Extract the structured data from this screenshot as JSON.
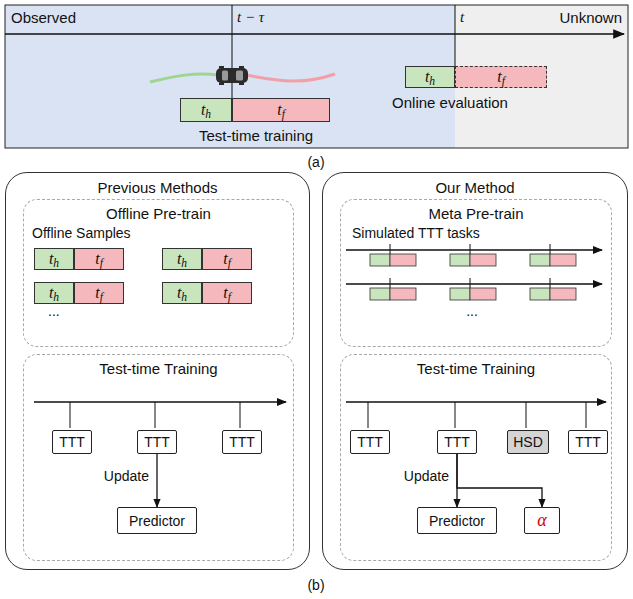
{
  "diagram": {
    "nodes": [
      {
        "text": [
          "Previous Methods"
        ]
      },
      {
        "text": [
          "Offline Pre-train"
        ],
        "in": 0
      },
      {
        "text": [
          "Test-time Training"
        ],
        "in": 0
      },
      {
        "text": [
          "Our Method"
        ]
      },
      {
        "text": [
          "Meta Pre-train"
        ],
        "in": 3
      },
      {
        "text": [
          "Test-time Training"
        ],
        "in": 3
      },
      {
        "text": [
          "th"
        ]
      },
      {
        "text": [
          "tf"
        ]
      },
      {
        "text": [
          "th"
        ]
      },
      {
        "text": [
          "tf"
        ]
      },
      {
        "text": [
          "th"
        ],
        "in": 1
      },
      {
        "text": [
          "tf"
        ],
        "in": 1
      },
      {
        "text": [
          "th"
        ],
        "in": 1
      },
      {
        "text": [
          "tf"
        ],
        "in": 1
      },
      {
        "text": [
          "th"
        ],
        "in": 1
      },
      {
        "text": [
          "tf"
        ],
        "in": 1
      },
      {
        "text": [
          "th"
        ],
        "in": 1
      },
      {
        "text": [
          "tf"
        ],
        "in": 1
      },
      {
        "text": [
          "TTT"
        ],
        "in": 2
      },
      {
        "text": [
          "TTT"
        ],
        "in": 2
      },
      {
        "text": [
          "TTT"
        ],
        "in": 2
      },
      {
        "text": [
          "Predictor"
        ],
        "in": 2
      },
      {
        "text": [
          "TTT"
        ],
        "in": 5
      },
      {
        "text": [
          "TTT"
        ],
        "in": 5
      },
      {
        "text": [
          "HSD"
        ],
        "in": 5
      },
      {
        "text": [
          "TTT"
        ],
        "in": 5
      },
      {
        "text": [
          "Predictor"
        ],
        "in": 5
      },
      {
        "text": [
          "α"
        ],
        "in": 5
      }
    ],
    "edges": [
      {
        "from": 19,
        "to": 21,
        "arrow": "to",
        "label": "Update"
      },
      {
        "from": 23,
        "to": 26,
        "arrow": "to",
        "label": "Update"
      },
      {
        "from": 23,
        "to": 27,
        "arrow": "to"
      }
    ],
    "labels": [
      "Observed",
      "t − τ",
      "t",
      "Unknown",
      "Test-time training",
      "Online evaluation",
      "(a)",
      "Offline Samples",
      "...",
      "Simulated TTT tasks",
      "...",
      "(b)"
    ]
  }
}
